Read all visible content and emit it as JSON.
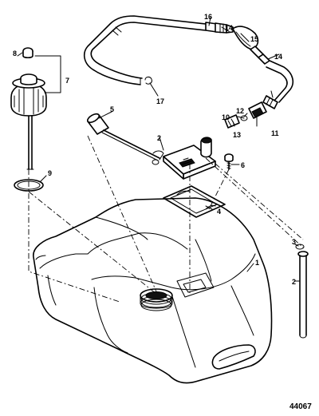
{
  "drawing": {
    "part_number": "44067"
  },
  "callouts": {
    "c1": "1",
    "c2a": "2",
    "c2b": "2",
    "c3": "3",
    "c4": "4",
    "c5": "5",
    "c6": "6",
    "c7": "7",
    "c8": "8",
    "c9": "9",
    "c10": "10",
    "c11": "11",
    "c12": "12",
    "c13": "13",
    "c14a": "14",
    "c14b": "14",
    "c15": "15",
    "c16": "16",
    "c17": "17"
  }
}
